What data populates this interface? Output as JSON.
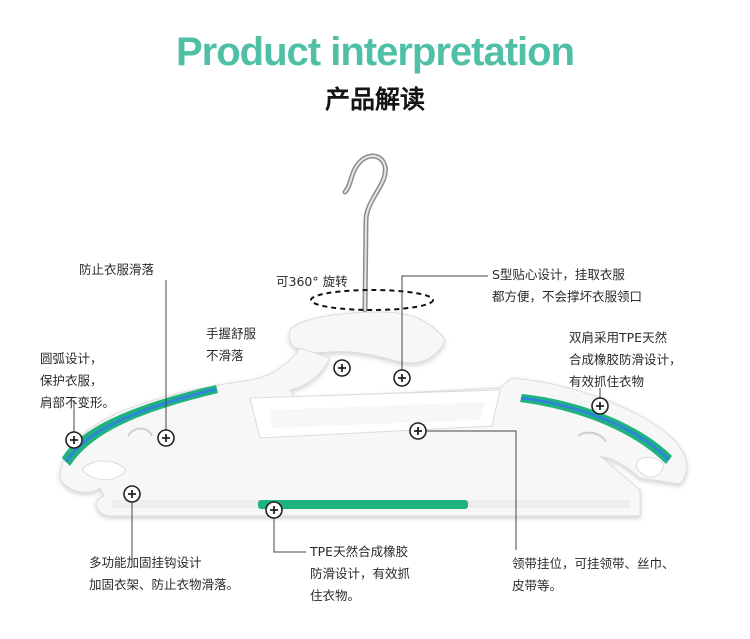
{
  "header": {
    "title": "Product interpretation",
    "subtitle": "产品解读"
  },
  "annotations": {
    "anti_slip": {
      "lines": [
        "防止衣服滑落"
      ]
    },
    "rotate": {
      "lines": [
        "可360° 旋转"
      ]
    },
    "s_shape": {
      "lines": [
        "S型贴心设计，挂取衣服",
        "都方便，不会撑坏衣服领口"
      ]
    },
    "grip": {
      "lines": [
        "手握舒服",
        "不滑落"
      ]
    },
    "arc": {
      "lines": [
        "圆弧设计，",
        "保护衣服，",
        "肩部不变形。"
      ]
    },
    "tpe_shoulder": {
      "lines": [
        "双肩采用TPE天然",
        "合成橡胶防滑设计，",
        "有效抓住衣物"
      ]
    },
    "hook": {
      "lines": [
        "多功能加固挂钩设计",
        "加固衣架、防止衣物滑落。"
      ]
    },
    "tpe_bar": {
      "lines": [
        "TPE天然合成橡胶",
        "防滑设计，有效抓",
        "住衣物。"
      ]
    },
    "tie": {
      "lines": [
        "领带挂位，可挂领带、丝巾、",
        "皮带等。"
      ]
    }
  },
  "colors": {
    "title": "#4fbfa6",
    "tpe_green": "#1fb37e",
    "tpe_blue": "#2f86d6",
    "hanger": "#f7f7f7",
    "outline": "#d9d9d9"
  },
  "icons": [
    "hook-icon",
    "plus-marker-icon"
  ]
}
